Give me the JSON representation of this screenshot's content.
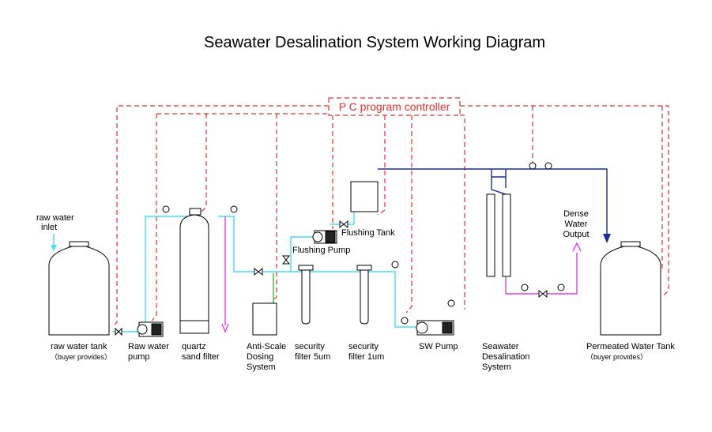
{
  "title": "Seawater Desalination System Working Diagram",
  "controller_label": "P C program controller",
  "labels": {
    "raw_inlet": [
      "raw water",
      "inlet"
    ],
    "flushing_tank": "Flushing Tank",
    "flushing_pump": "Flushing Pump",
    "dense_output": [
      "Dense",
      "Water",
      "Output"
    ]
  },
  "components": [
    {
      "key": "raw-water-tank",
      "lines": [
        "raw water tank",
        "（buyer provides）"
      ]
    },
    {
      "key": "raw-water-pump",
      "lines": [
        "Raw water",
        "pump"
      ]
    },
    {
      "key": "quartz-sand-filter",
      "lines": [
        "quartz",
        "sand filter"
      ]
    },
    {
      "key": "anti-scale-dosing",
      "lines": [
        "Anti-Scale",
        "Dosing",
        "System"
      ]
    },
    {
      "key": "security-filter-5um",
      "lines": [
        "security",
        "filter 5um"
      ]
    },
    {
      "key": "security-filter-1um",
      "lines": [
        "security",
        "filter 1um"
      ]
    },
    {
      "key": "sw-pump",
      "lines": [
        "SW  Pump"
      ]
    },
    {
      "key": "seawater-desalination-system",
      "lines": [
        "Seawater",
        "Desalination",
        "System"
      ]
    },
    {
      "key": "permeated-water-tank",
      "lines": [
        "Permeated Water Tank",
        "（buyer provides）"
      ]
    }
  ],
  "colors": {
    "control": "#e03030",
    "water": "#40e0f0",
    "permeate": "#1a2aa8",
    "concentrate": "#e040e0",
    "dosing": "#30c030",
    "outline": "#000000"
  }
}
